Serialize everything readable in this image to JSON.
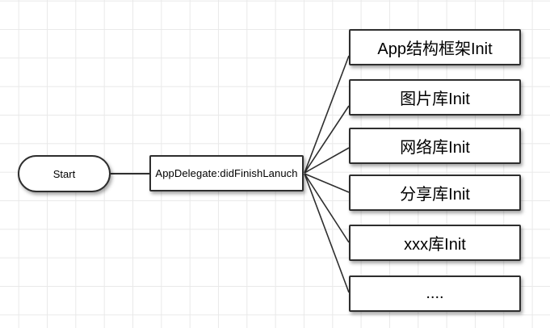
{
  "canvas": {
    "background_color": "#ffffff",
    "grid_line_color": "#e9e9e9",
    "connector_color": "#2e2e2e",
    "node_border_color": "#2e2e2e",
    "node_fill_color": "#ffffff",
    "text_color": "#000000"
  },
  "nodes": {
    "start": {
      "label": "Start",
      "shape": "stadium"
    },
    "delegate": {
      "label": "AppDelegate:didFinishLanuch",
      "shape": "rectangle"
    },
    "targets": [
      {
        "label": "App结构框架Init"
      },
      {
        "label": "图片库Init"
      },
      {
        "label": "网络库Init"
      },
      {
        "label": "分享库Init"
      },
      {
        "label": "xxx库Init"
      },
      {
        "label": "...."
      }
    ]
  },
  "edges": [
    {
      "from": "Start",
      "to": "AppDelegate:didFinishLanuch"
    },
    {
      "from": "AppDelegate:didFinishLanuch",
      "to": "App结构框架Init"
    },
    {
      "from": "AppDelegate:didFinishLanuch",
      "to": "图片库Init"
    },
    {
      "from": "AppDelegate:didFinishLanuch",
      "to": "网络库Init"
    },
    {
      "from": "AppDelegate:didFinishLanuch",
      "to": "分享库Init"
    },
    {
      "from": "AppDelegate:didFinishLanuch",
      "to": "xxx库Init"
    },
    {
      "from": "AppDelegate:didFinishLanuch",
      "to": "...."
    }
  ]
}
